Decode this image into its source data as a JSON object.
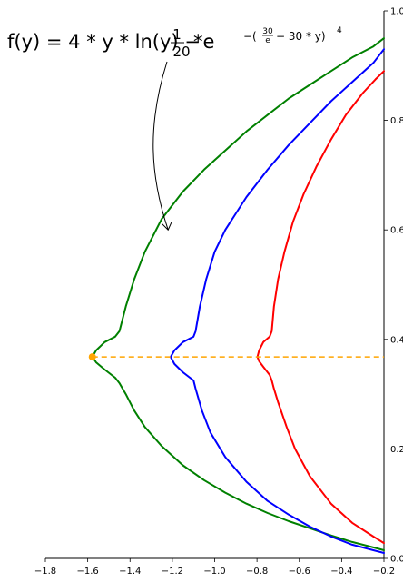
{
  "chart_data": {
    "type": "line",
    "title": "",
    "xlabel": "",
    "ylabel": "",
    "xlim": [
      -1.8,
      -0.2
    ],
    "ylim": [
      0.0,
      1.0
    ],
    "x_ticks": [
      -1.8,
      -1.6,
      -1.4,
      -1.2,
      -1.0,
      -0.8,
      -0.6,
      -0.4,
      -0.2
    ],
    "x_tick_labels": [
      "−1.8",
      "−1.6",
      "−1.4",
      "−1.2",
      "−1.0",
      "−0.8",
      "−0.6",
      "−0.4",
      "−0.2"
    ],
    "y_ticks": [
      0.0,
      0.2,
      0.4,
      0.6,
      0.8,
      1.0
    ],
    "y_tick_labels": [
      "0.0",
      "0.2",
      "0.4",
      "0.6",
      "0.8",
      "1.0"
    ],
    "y_axis_side": "right",
    "grid": false,
    "series": [
      {
        "color": "#008000",
        "x": [
          -0.2,
          -0.25,
          -0.35,
          -0.45,
          -0.55,
          -0.65,
          -0.75,
          -0.85,
          -0.95,
          -1.05,
          -1.15,
          -1.25,
          -1.33,
          -1.38,
          -1.42,
          -1.45,
          -1.47,
          -1.52,
          -1.56,
          -1.578,
          -1.56,
          -1.52,
          -1.47,
          -1.45,
          -1.42,
          -1.38,
          -1.33,
          -1.25,
          -1.15,
          -1.05,
          -0.95,
          -0.85,
          -0.75,
          -0.65,
          -0.55,
          -0.45,
          -0.35,
          -0.25,
          -0.2
        ],
        "y": [
          0.015,
          0.02,
          0.03,
          0.042,
          0.055,
          0.068,
          0.083,
          0.1,
          0.12,
          0.143,
          0.17,
          0.205,
          0.24,
          0.27,
          0.3,
          0.32,
          0.33,
          0.345,
          0.358,
          0.368,
          0.38,
          0.395,
          0.405,
          0.415,
          0.46,
          0.51,
          0.56,
          0.62,
          0.67,
          0.71,
          0.745,
          0.78,
          0.81,
          0.84,
          0.865,
          0.89,
          0.915,
          0.935,
          0.95
        ]
      },
      {
        "color": "#0000ff",
        "x": [
          -0.2,
          -0.25,
          -0.35,
          -0.45,
          -0.55,
          -0.65,
          -0.75,
          -0.85,
          -0.95,
          -1.02,
          -1.06,
          -1.09,
          -1.1,
          -1.15,
          -1.19,
          -1.208,
          -1.19,
          -1.15,
          -1.1,
          -1.09,
          -1.07,
          -1.04,
          -1.0,
          -0.95,
          -0.85,
          -0.75,
          -0.65,
          -0.55,
          -0.45,
          -0.35,
          -0.25,
          -0.2
        ],
        "y": [
          0.01,
          0.015,
          0.025,
          0.04,
          0.058,
          0.08,
          0.105,
          0.14,
          0.185,
          0.23,
          0.27,
          0.31,
          0.325,
          0.34,
          0.355,
          0.368,
          0.38,
          0.395,
          0.405,
          0.415,
          0.46,
          0.51,
          0.56,
          0.6,
          0.66,
          0.71,
          0.755,
          0.795,
          0.835,
          0.87,
          0.905,
          0.93
        ]
      },
      {
        "color": "#ff0000",
        "x": [
          -0.2,
          -0.25,
          -0.35,
          -0.45,
          -0.55,
          -0.62,
          -0.66,
          -0.7,
          -0.72,
          -0.73,
          -0.74,
          -0.77,
          -0.79,
          -0.798,
          -0.79,
          -0.77,
          -0.74,
          -0.73,
          -0.72,
          -0.7,
          -0.67,
          -0.63,
          -0.58,
          -0.52,
          -0.45,
          -0.38,
          -0.3,
          -0.24,
          -0.2
        ],
        "y": [
          0.028,
          0.04,
          0.065,
          0.1,
          0.15,
          0.2,
          0.24,
          0.285,
          0.31,
          0.325,
          0.335,
          0.35,
          0.36,
          0.368,
          0.38,
          0.395,
          0.405,
          0.415,
          0.46,
          0.51,
          0.56,
          0.615,
          0.665,
          0.715,
          0.765,
          0.81,
          0.85,
          0.875,
          0.89
        ]
      }
    ],
    "hline": {
      "y": 0.368,
      "color": "#ffa500",
      "style": "dashed"
    },
    "marker": {
      "x": -1.578,
      "y": 0.368,
      "color": "#ffa500"
    },
    "annotation": {
      "formula": {
        "lhs": "f(y) = 4 * y * ln(y) − ",
        "frac_num": "1",
        "frac_den": "20",
        "mid": "*e",
        "sup_lead": "−(",
        "sup_frac_num": "30",
        "sup_frac_den": "e",
        "sup_tail": " − 30 * y)",
        "sup_pow": "4"
      },
      "arrow_target": {
        "x": -1.22,
        "y": 0.6
      }
    }
  }
}
